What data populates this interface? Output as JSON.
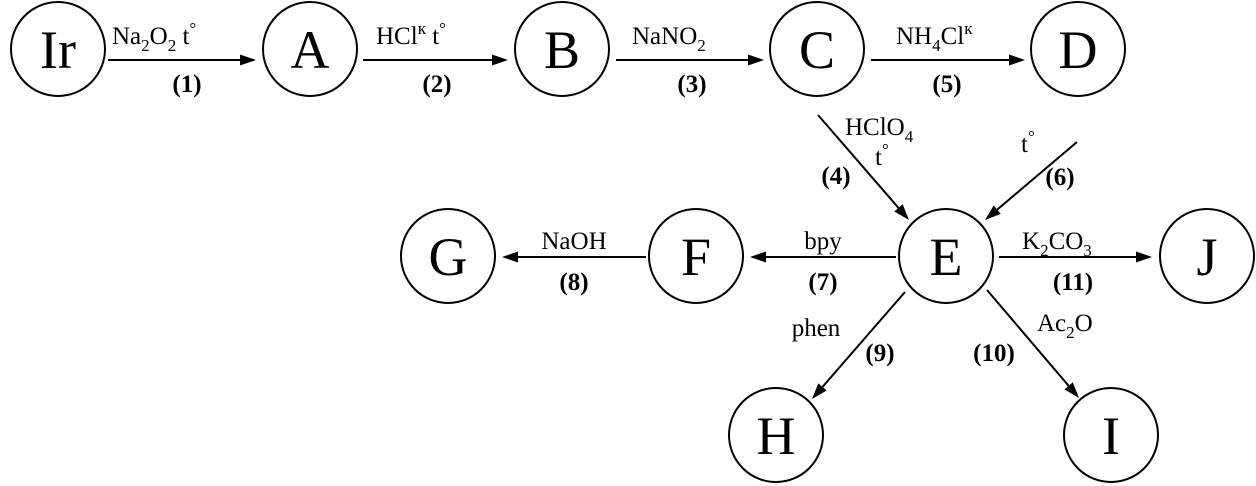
{
  "nodes": [
    {
      "id": "Ir",
      "label": "Ir"
    },
    {
      "id": "A",
      "label": "A"
    },
    {
      "id": "B",
      "label": "B"
    },
    {
      "id": "C",
      "label": "C"
    },
    {
      "id": "D",
      "label": "D"
    },
    {
      "id": "E",
      "label": "E"
    },
    {
      "id": "F",
      "label": "F"
    },
    {
      "id": "G",
      "label": "G"
    },
    {
      "id": "H",
      "label": "H"
    },
    {
      "id": "I",
      "label": "I"
    },
    {
      "id": "J",
      "label": "J"
    }
  ],
  "edges": [
    {
      "from": "Ir",
      "to": "A",
      "step": "(1)",
      "reagent": [
        {
          "t": "Na"
        },
        {
          "t": "2",
          "sub": true
        },
        {
          "t": "O"
        },
        {
          "t": "2",
          "sub": true
        },
        {
          "t": " t"
        },
        {
          "t": "°",
          "sup": true
        }
      ]
    },
    {
      "from": "A",
      "to": "B",
      "step": "(2)",
      "reagent": [
        {
          "t": "HCl"
        },
        {
          "t": "к",
          "sup": true
        },
        {
          "t": " t"
        },
        {
          "t": "°",
          "sup": true
        }
      ]
    },
    {
      "from": "B",
      "to": "C",
      "step": "(3)",
      "reagent": [
        {
          "t": "NaNO"
        },
        {
          "t": "2",
          "sub": true
        }
      ]
    },
    {
      "from": "C",
      "to": "E",
      "step": "(4)",
      "reagent": [
        {
          "t": "HClO"
        },
        {
          "t": "4",
          "sub": true
        }
      ],
      "reagent2": [
        {
          "t": "t"
        },
        {
          "t": "°",
          "sup": true
        }
      ]
    },
    {
      "from": "C",
      "to": "D",
      "step": "(5)",
      "reagent": [
        {
          "t": "NH"
        },
        {
          "t": "4",
          "sub": true
        },
        {
          "t": "Cl"
        },
        {
          "t": "к",
          "sup": true
        }
      ]
    },
    {
      "from": "D",
      "to": "E",
      "step": "(6)",
      "reagent": [
        {
          "t": "t"
        },
        {
          "t": "°",
          "sup": true
        }
      ]
    },
    {
      "from": "E",
      "to": "F",
      "step": "(7)",
      "reagent": [
        {
          "t": "bpy"
        }
      ]
    },
    {
      "from": "F",
      "to": "G",
      "step": "(8)",
      "reagent": [
        {
          "t": "NaOH"
        }
      ]
    },
    {
      "from": "E",
      "to": "H",
      "step": "(9)",
      "reagent": [
        {
          "t": "phen"
        }
      ]
    },
    {
      "from": "E",
      "to": "I",
      "step": "(10)",
      "reagent": [
        {
          "t": "Ac"
        },
        {
          "t": "2",
          "sub": true
        },
        {
          "t": "O"
        }
      ]
    },
    {
      "from": "E",
      "to": "J",
      "step": "(11)",
      "reagent": [
        {
          "t": "K"
        },
        {
          "t": "2",
          "sub": true
        },
        {
          "t": "CO"
        },
        {
          "t": "3",
          "sub": true
        }
      ]
    }
  ]
}
